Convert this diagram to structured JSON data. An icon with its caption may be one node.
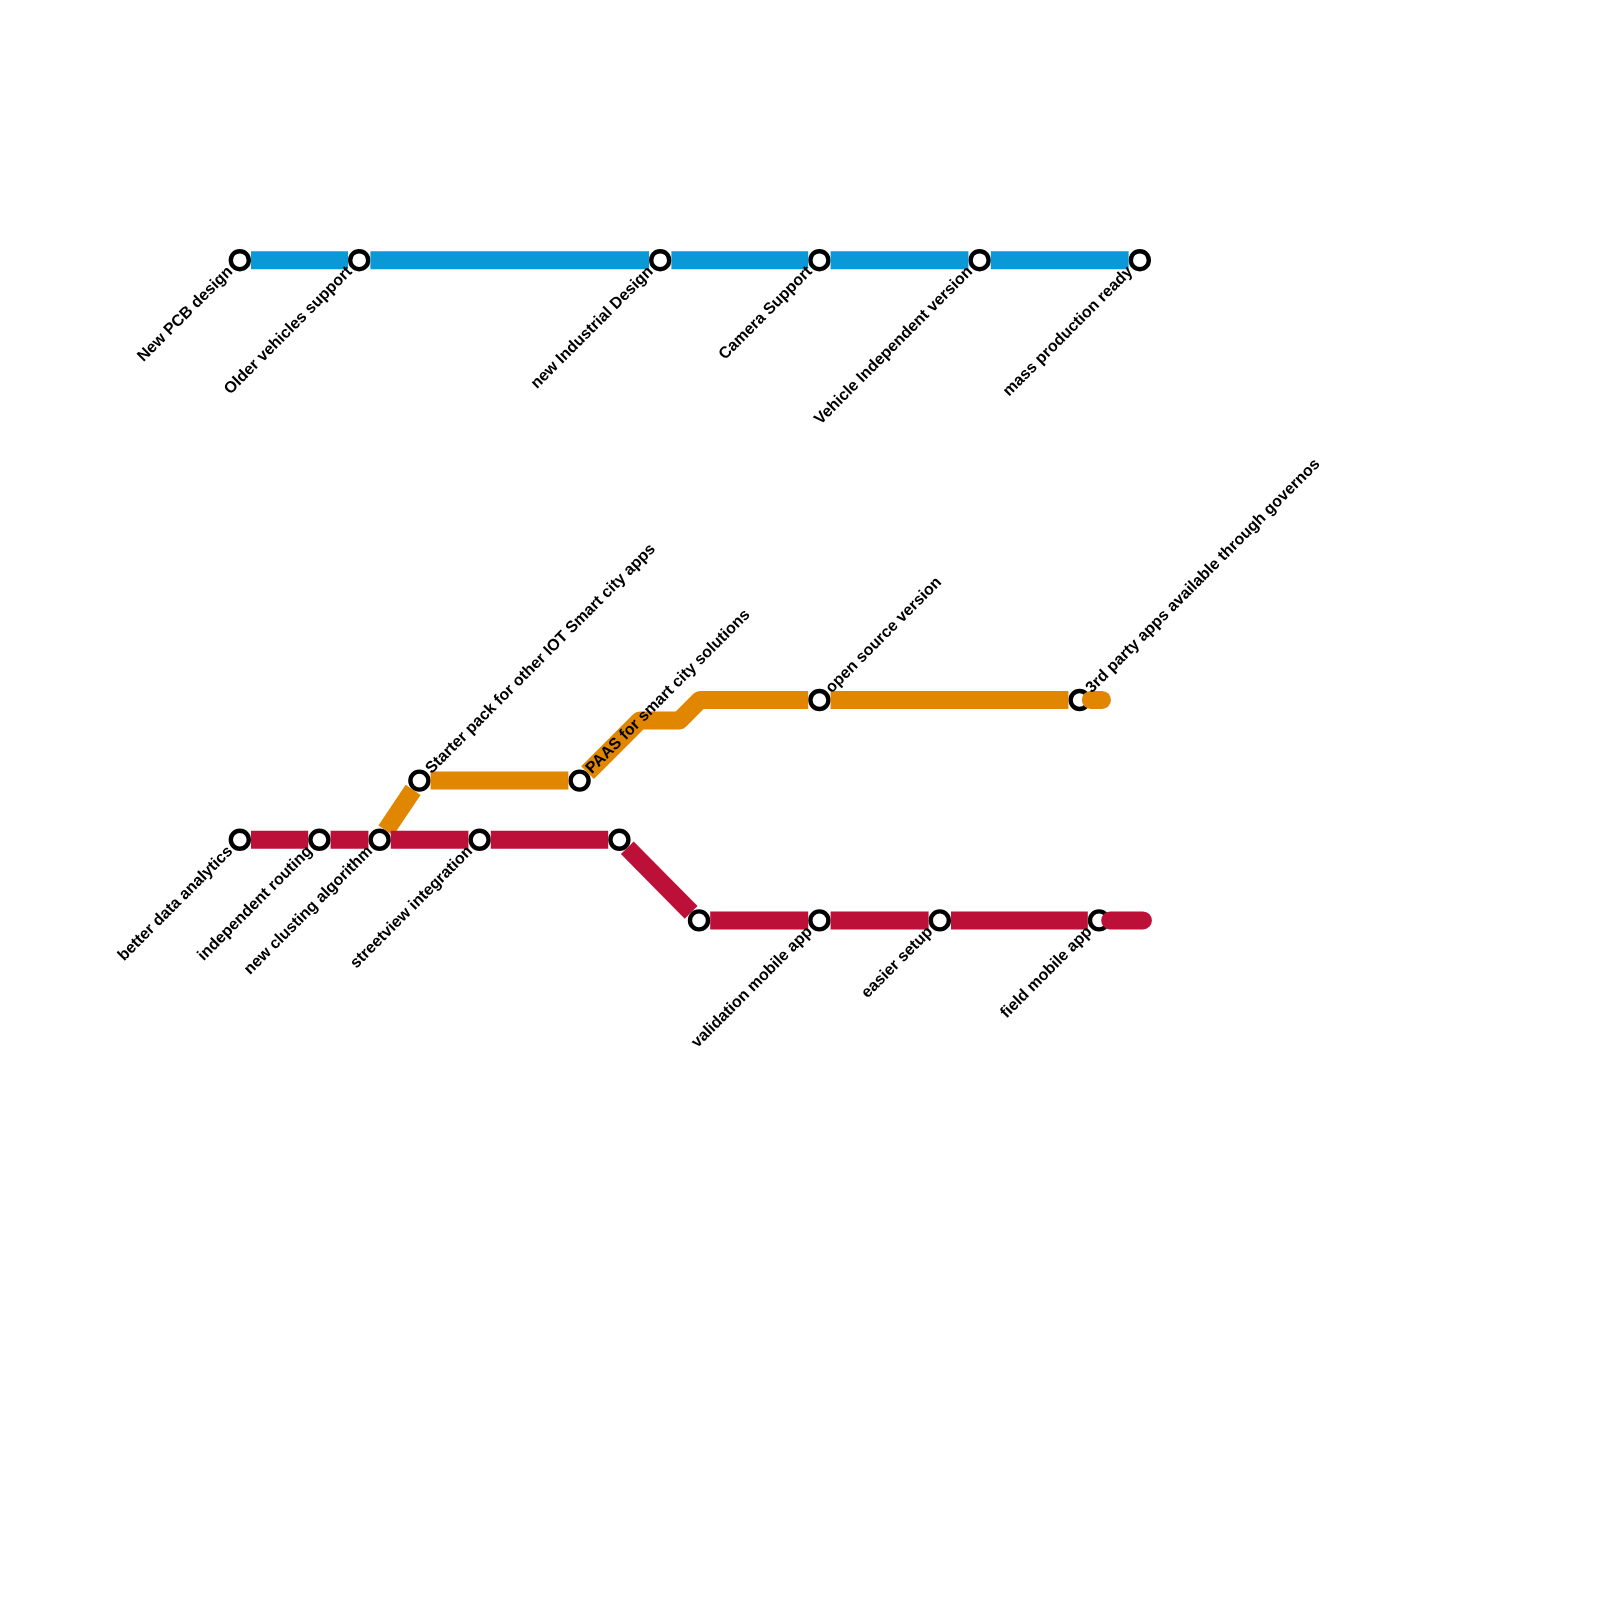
{
  "diagram": {
    "nodes": [
      {
        "text": [
          "New PCB design"
        ]
      },
      {
        "text": [
          "Older vehicles support"
        ]
      },
      {
        "text": [
          "new Industrial Design"
        ]
      },
      {
        "text": [
          "Camera Support"
        ]
      },
      {
        "text": [
          "Vehicle Independent version"
        ]
      },
      {
        "text": [
          "mass production ready"
        ]
      },
      {
        "text": [
          "Starter pack for other IOT Smart city apps"
        ]
      },
      {
        "text": [
          "PAAS for smart city solutions"
        ]
      },
      {
        "text": [
          "open source version"
        ]
      },
      {
        "text": [
          "3rd party apps available through governos"
        ]
      },
      {
        "text": [
          "better data analytics"
        ]
      },
      {
        "text": [
          "independent routing"
        ]
      },
      {
        "text": [
          "new clusting algorithm"
        ]
      },
      {
        "text": [
          "streetview integration"
        ]
      },
      {
        "text": [],
        "shape": "circle"
      },
      {
        "text": [],
        "shape": "circle"
      },
      {
        "text": [
          "validation mobile app"
        ]
      },
      {
        "text": [
          "easier setup"
        ]
      },
      {
        "text": [
          "field mobile app"
        ]
      }
    ],
    "edges": [
      {
        "from": 0,
        "to": 1,
        "arrow": "none",
        "color": "#0b98d6"
      },
      {
        "from": 1,
        "to": 2,
        "arrow": "none",
        "color": "#0b98d6"
      },
      {
        "from": 2,
        "to": 3,
        "arrow": "none",
        "color": "#0b98d6"
      },
      {
        "from": 3,
        "to": 4,
        "arrow": "none",
        "color": "#0b98d6"
      },
      {
        "from": 4,
        "to": 5,
        "arrow": "none",
        "color": "#0b98d6"
      },
      {
        "from": 12,
        "to": 6,
        "arrow": "none",
        "color": "#e08600"
      },
      {
        "from": 6,
        "to": 7,
        "arrow": "none",
        "color": "#e08600"
      },
      {
        "from": 7,
        "to": 8,
        "arrow": "none",
        "color": "#e08600"
      },
      {
        "from": 8,
        "to": 9,
        "arrow": "none",
        "color": "#e08600"
      },
      {
        "from": 9,
        "to": null,
        "arrow": "none",
        "color": "#e08600"
      },
      {
        "from": 10,
        "to": 11,
        "arrow": "none",
        "color": "#bc1038"
      },
      {
        "from": 11,
        "to": 12,
        "arrow": "none",
        "color": "#bc1038"
      },
      {
        "from": 12,
        "to": 13,
        "arrow": "none",
        "color": "#bc1038"
      },
      {
        "from": 13,
        "to": 14,
        "arrow": "none",
        "color": "#bc1038"
      },
      {
        "from": 14,
        "to": 15,
        "arrow": "none",
        "color": "#bc1038"
      },
      {
        "from": 15,
        "to": 16,
        "arrow": "none",
        "color": "#bc1038"
      },
      {
        "from": 16,
        "to": 17,
        "arrow": "none",
        "color": "#bc1038"
      },
      {
        "from": 17,
        "to": 18,
        "arrow": "none",
        "color": "#bc1038"
      },
      {
        "from": 18,
        "to": null,
        "arrow": "none",
        "color": "#bc1038"
      }
    ]
  }
}
